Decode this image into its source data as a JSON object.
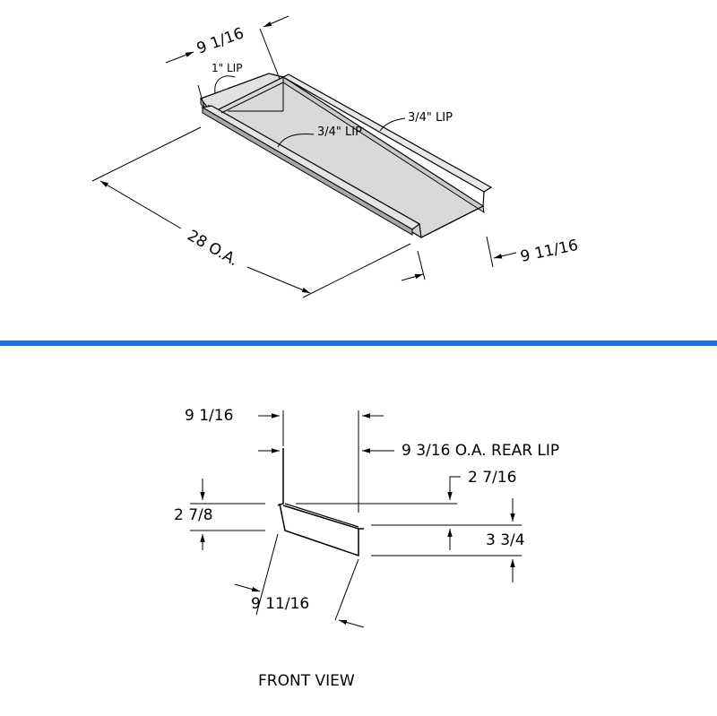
{
  "colors": {
    "background": "#ffffff",
    "ink": "#000000",
    "tray_face": "#d9d9d9",
    "divider": "#1f6fd6"
  },
  "isometric_view": {
    "dim_width_top": "9 1/16",
    "label_1in_lip": "1\" LIP",
    "label_34_lip_outer": "3/4\" LIP",
    "label_34_lip_inner": "3/4\" LIP",
    "dim_length": "28 O.A.",
    "dim_width_bottom": "9 11/16"
  },
  "front_view": {
    "title": "FRONT VIEW",
    "dim_top_width": "9 1/16",
    "dim_rear_lip": "9 3/16 O.A. REAR LIP",
    "dim_2_7_16": "2 7/16",
    "dim_2_7_8": "2 7/8",
    "dim_3_3_4": "3 3/4",
    "dim_9_11_16": "9 11/16"
  }
}
